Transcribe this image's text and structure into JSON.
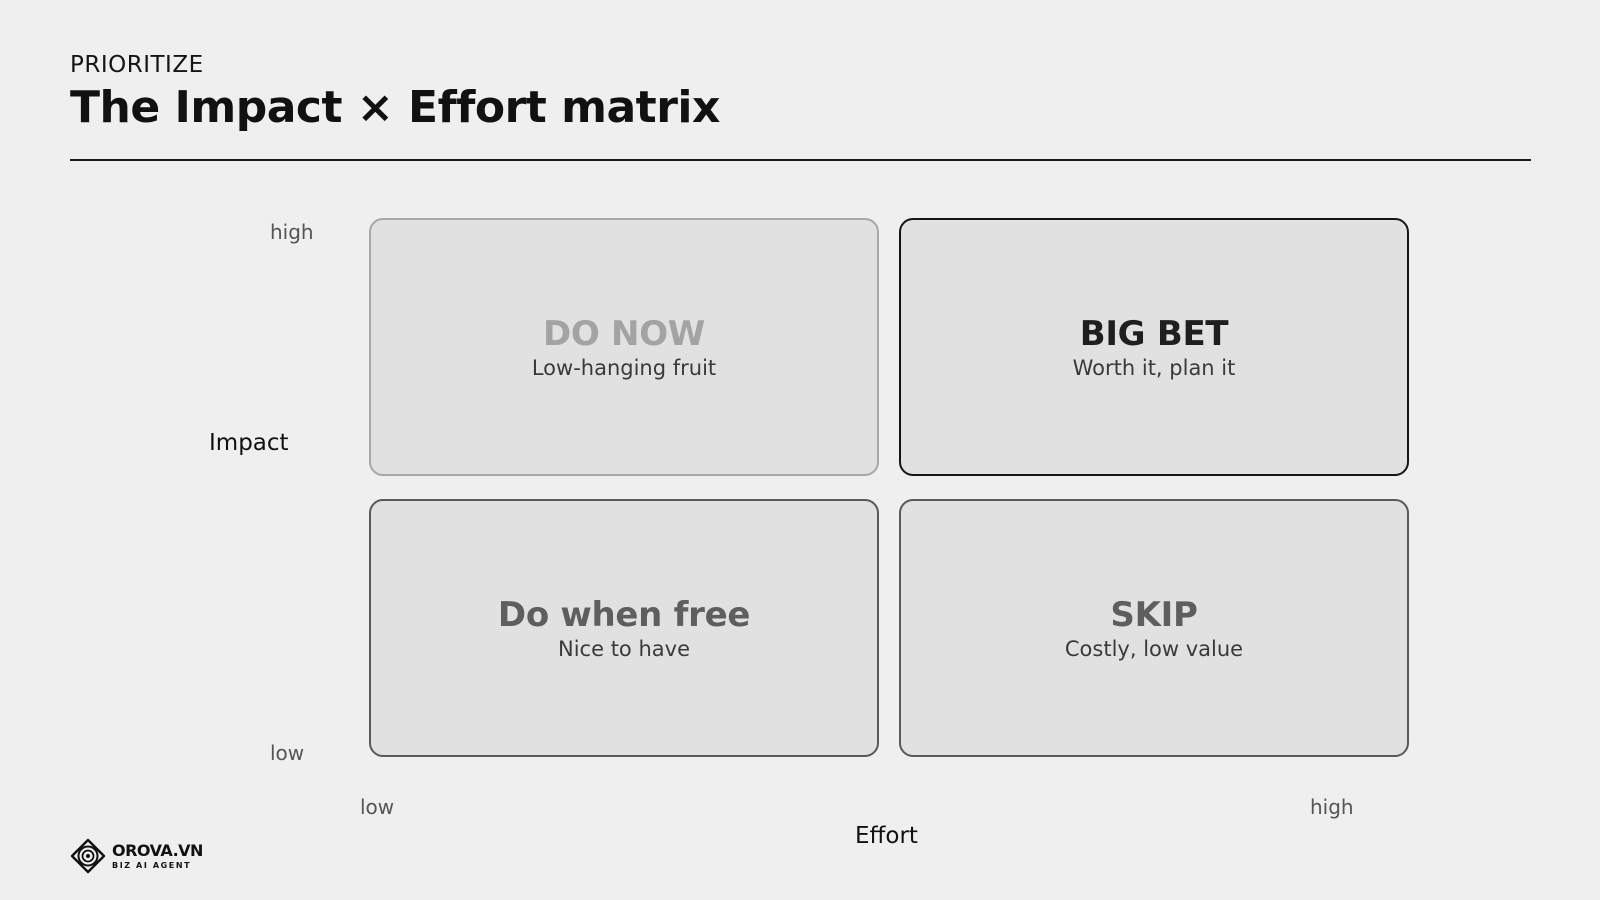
{
  "header": {
    "eyebrow": "PRIORITIZE",
    "title": "The Impact × Effort matrix"
  },
  "axes": {
    "y_title": "Impact",
    "y_high": "high",
    "y_low": "low",
    "x_title": "Effort",
    "x_low": "low",
    "x_high": "high"
  },
  "quadrants": [
    {
      "heading": "DO NOW",
      "sub": "Low-hanging fruit",
      "heading_color": "#a3a3a3",
      "border_color": "#a8a8a8"
    },
    {
      "heading": "BIG BET",
      "sub": "Worth it, plan it",
      "heading_color": "#1f1f1f",
      "border_color": "#151515"
    },
    {
      "heading": "Do when free",
      "sub": "Nice to have",
      "heading_color": "#5e5e5e",
      "border_color": "#5a5a5a"
    },
    {
      "heading": "SKIP",
      "sub": "Costly, low value",
      "heading_color": "#5e5e5e",
      "border_color": "#5a5a5a"
    }
  ],
  "logo": {
    "name": "OROVA.VN",
    "tagline": "BIZ AI AGENT",
    "icon": "spiral-diamond-icon"
  }
}
